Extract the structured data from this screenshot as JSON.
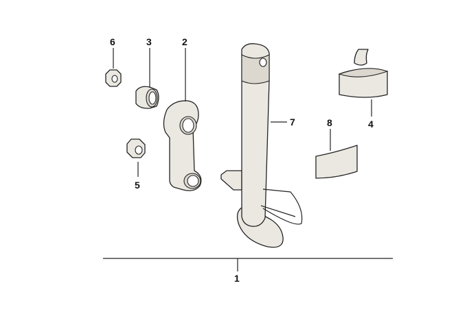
{
  "diagram": {
    "part_labels": [
      "1",
      "2",
      "3",
      "4",
      "5",
      "6",
      "7",
      "8"
    ],
    "colors": {
      "part_fill": "#ebe8e2",
      "line": "#222222",
      "background": "#ffffff"
    }
  }
}
